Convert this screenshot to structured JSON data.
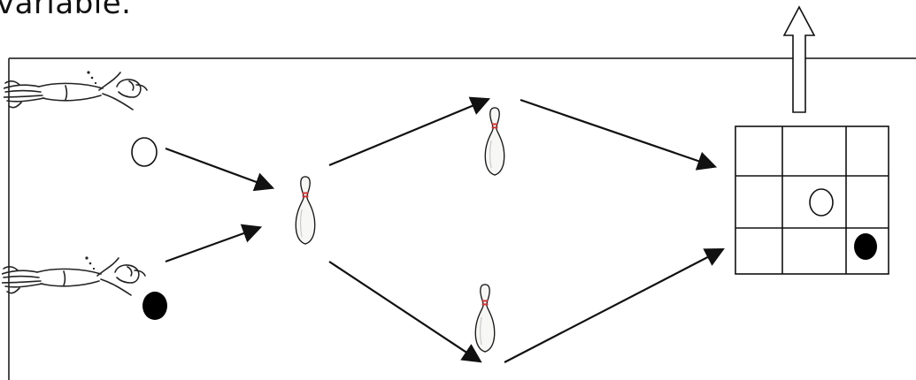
{
  "header": {
    "text": "variable."
  },
  "diagram": {
    "players": [
      {
        "id": "top",
        "ball": "white"
      },
      {
        "id": "bottom",
        "ball": "black"
      }
    ],
    "pins": [
      "left",
      "top-middle",
      "bottom-middle"
    ],
    "grid": {
      "rows": 3,
      "cols": 3,
      "balls": [
        {
          "color": "white",
          "row": 1,
          "col": 1
        },
        {
          "color": "black",
          "row": 2,
          "col": 2
        }
      ]
    },
    "output_arrow": "up"
  },
  "colors": {
    "ink": "#111111",
    "pin_body": "#f7f7f5",
    "pin_stripe": "#d23030",
    "white_ball": "#ffffff",
    "black_ball": "#000000"
  }
}
